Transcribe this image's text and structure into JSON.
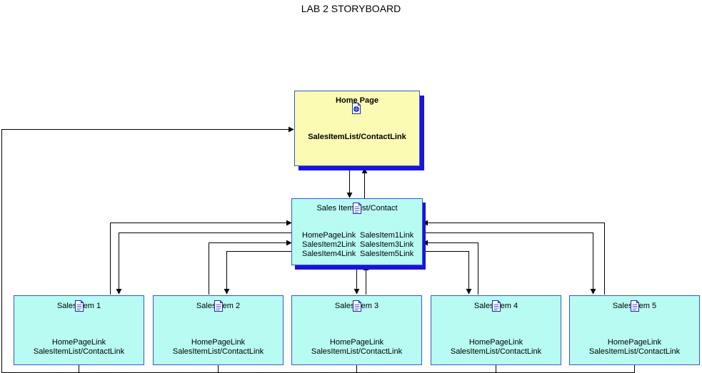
{
  "title": "LAB 2 STORYBOARD",
  "colors": {
    "home_fill": "#fbfbb4",
    "page_fill": "#b7fbf2",
    "shadow": "#1b12e0",
    "border": "#3a59c9"
  },
  "home": {
    "name": "Home Page",
    "link": "SalesItemList/ContactLink",
    "icon": "globe-document-icon"
  },
  "list": {
    "name": "Sales Item List/Contact",
    "icon": "document-icon",
    "links": [
      "HomePageLink",
      "SalesItem1Link",
      "SalesItem2Link",
      "SalesItem3Link",
      "SalesItem4Link",
      "SalesItem5Link"
    ]
  },
  "items": [
    {
      "name": "Sales Item 1",
      "link1": "HomePageLink",
      "link2": "SalesItemList/ContactLink"
    },
    {
      "name": "Sales Item 2",
      "link1": "HomePageLink",
      "link2": "SalesItemList/ContactLink"
    },
    {
      "name": "Sales Item 3",
      "link1": "HomePageLink",
      "link2": "SalesItemList/ContactLink"
    },
    {
      "name": "Sales Item 4",
      "link1": "HomePageLink",
      "link2": "SalesItemList/ContactLink"
    },
    {
      "name": "Sales Item 5",
      "link1": "HomePageLink",
      "link2": "SalesItemList/ContactLink"
    }
  ]
}
